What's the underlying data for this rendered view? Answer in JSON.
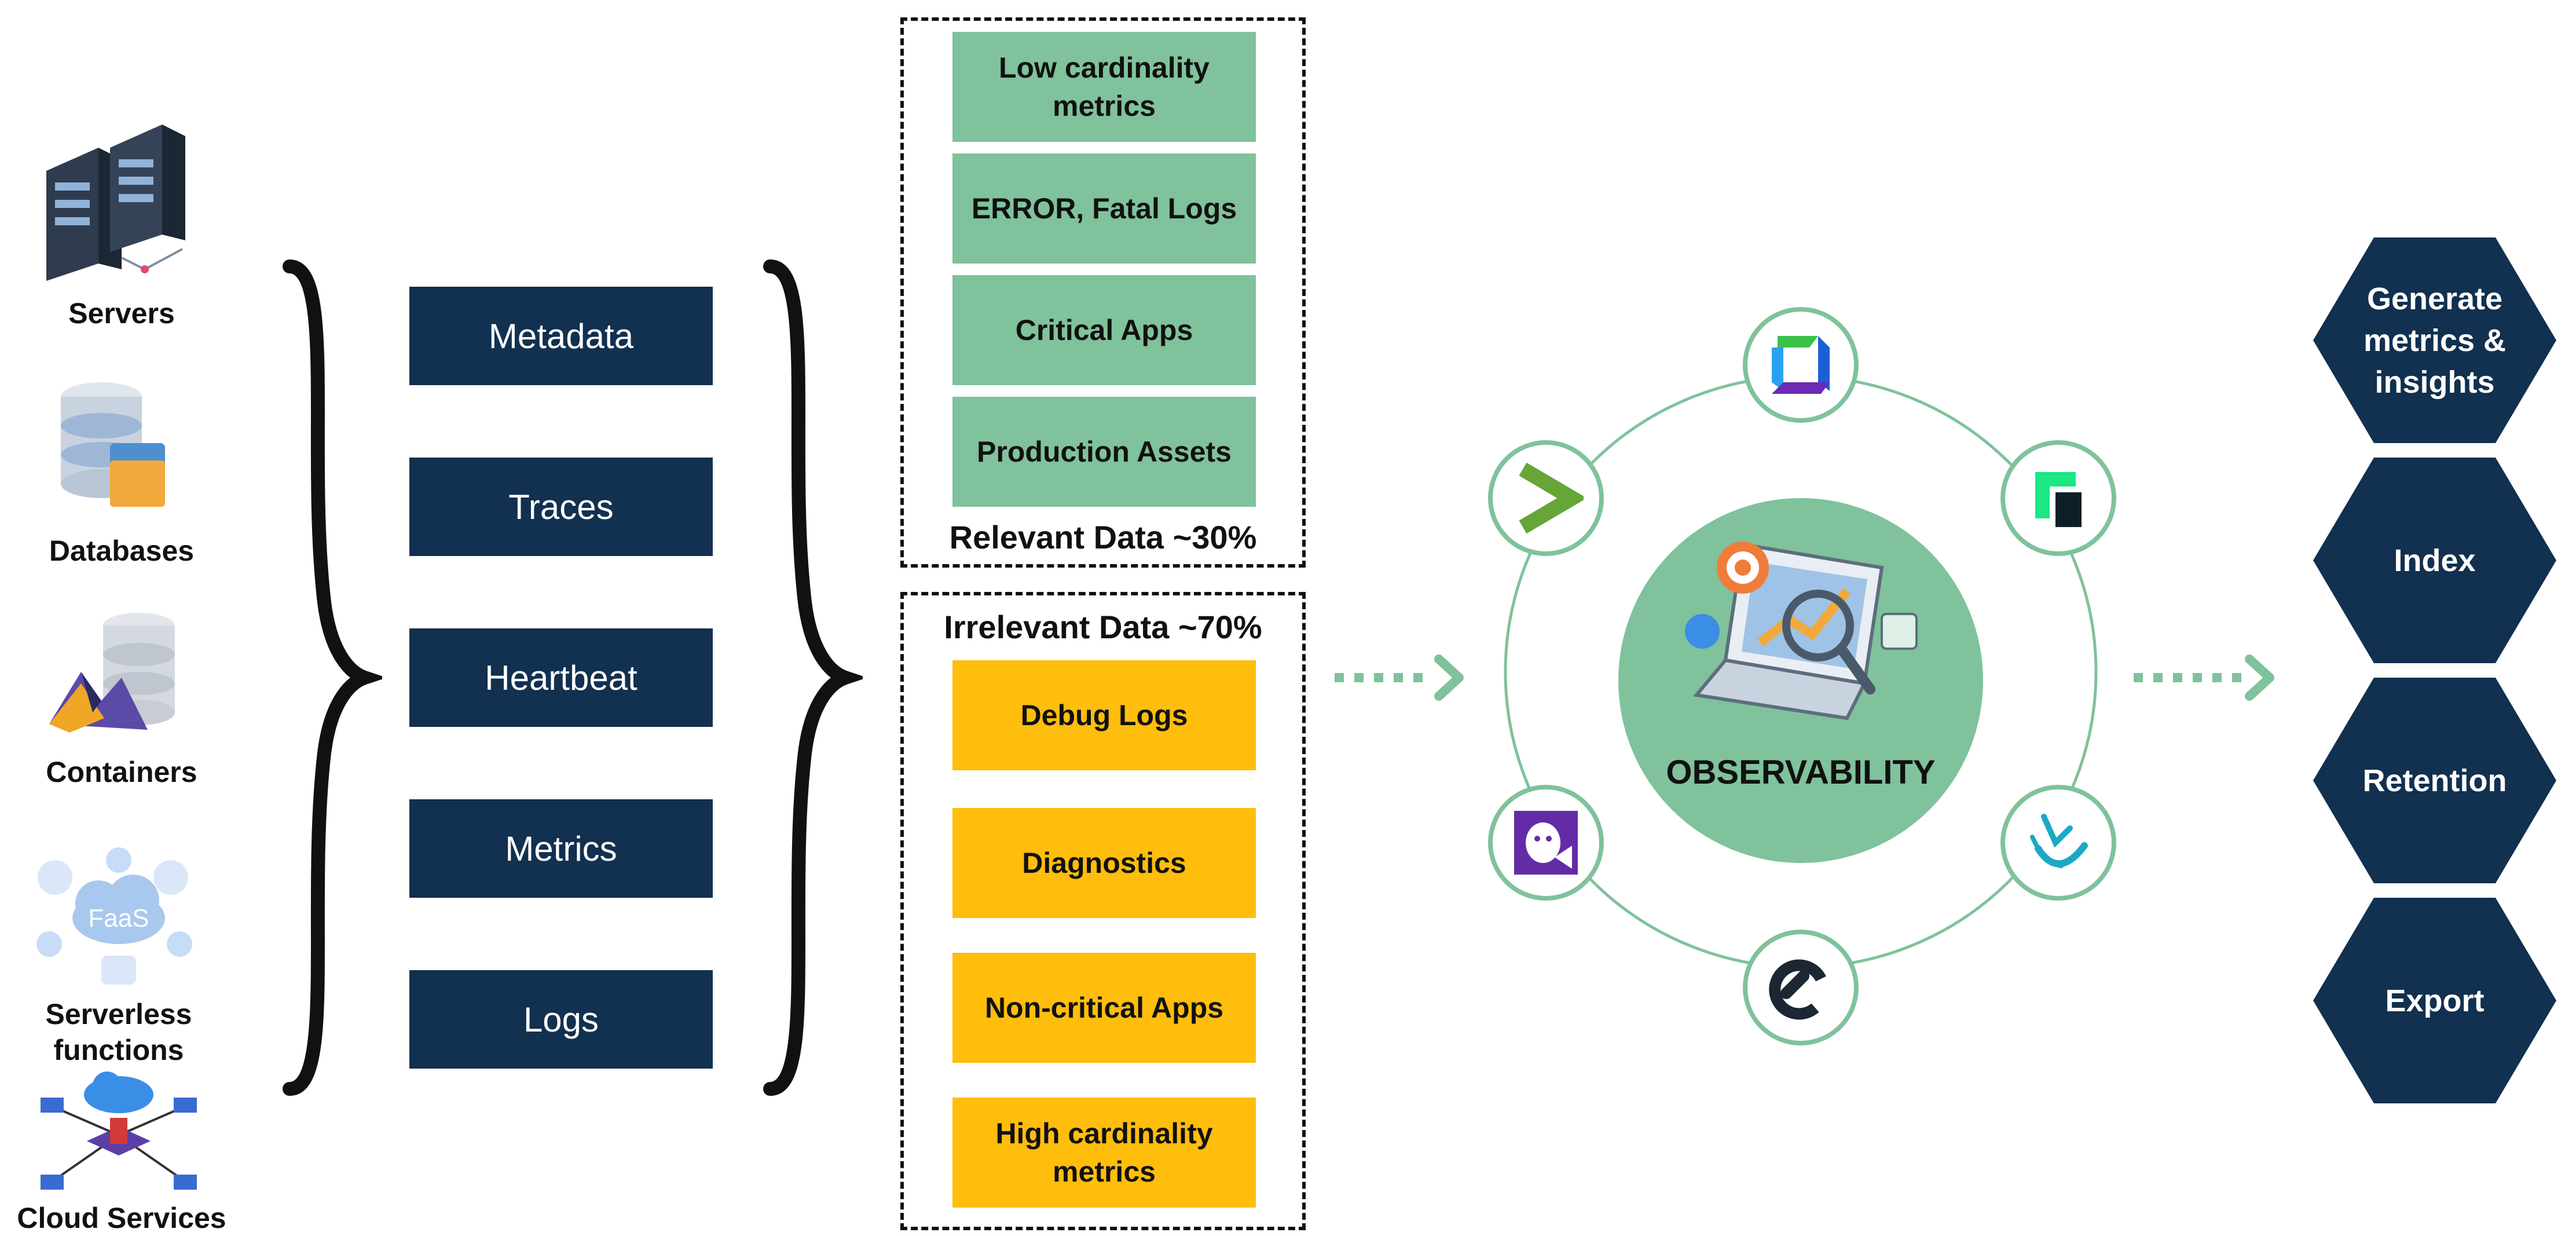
{
  "sources": [
    {
      "label": "Servers",
      "icon": "server-rack-icon"
    },
    {
      "label": "Databases",
      "icon": "database-icon"
    },
    {
      "label": "Containers",
      "icon": "containers-icon"
    },
    {
      "label": "Serverless functions",
      "icon": "faas-icon",
      "icon_text": "FaaS"
    },
    {
      "label": "Cloud Services",
      "icon": "cloud-network-icon"
    }
  ],
  "data_types": [
    "Metadata",
    "Traces",
    "Heartbeat",
    "Metrics",
    "Logs"
  ],
  "relevant": {
    "items": [
      "Low cardinality metrics",
      "ERROR, Fatal Logs",
      "Critical Apps",
      "Production Assets"
    ],
    "caption": "Relevant Data ~30%"
  },
  "irrelevant": {
    "caption": "Irrelevant Data ~70%",
    "items": [
      "Debug Logs",
      "Diagnostics",
      "Non-critical Apps",
      "High cardinality metrics"
    ]
  },
  "observability": {
    "label": "OBSERVABILITY",
    "tools": [
      "dynatrace-logo-icon",
      "new-relic-logo-icon",
      "elastic-apm-logo-icon",
      "honeycomb-logo-icon",
      "datadog-logo-icon",
      "splunk-logo-icon"
    ]
  },
  "outputs": [
    "Generate metrics & insights",
    "Index",
    "Retention",
    "Export"
  ],
  "colors": {
    "navy": "#12304f",
    "green": "#7fc29b",
    "yellow": "#ffbd0c",
    "arrow": "#7fc29b"
  }
}
